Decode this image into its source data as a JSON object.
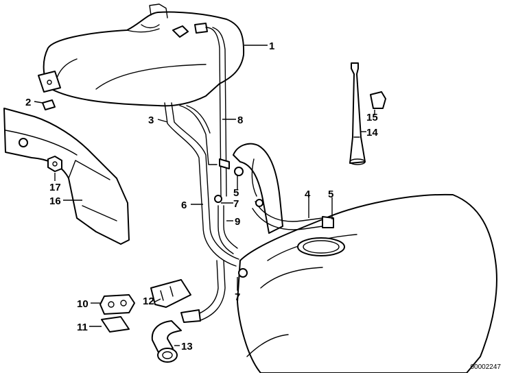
{
  "diagram": {
    "reference_number": "00002247",
    "labels": [
      {
        "id": "1",
        "text": "1"
      },
      {
        "id": "2",
        "text": "2"
      },
      {
        "id": "3",
        "text": "3"
      },
      {
        "id": "4",
        "text": "4"
      },
      {
        "id": "5a",
        "text": "5"
      },
      {
        "id": "5b",
        "text": "5"
      },
      {
        "id": "6",
        "text": "6"
      },
      {
        "id": "7a",
        "text": "7"
      },
      {
        "id": "7b",
        "text": "7"
      },
      {
        "id": "8",
        "text": "8"
      },
      {
        "id": "9",
        "text": "9"
      },
      {
        "id": "10",
        "text": "10"
      },
      {
        "id": "11",
        "text": "11"
      },
      {
        "id": "12",
        "text": "12"
      },
      {
        "id": "13",
        "text": "13"
      },
      {
        "id": "14",
        "text": "14"
      },
      {
        "id": "15",
        "text": "15"
      },
      {
        "id": "16",
        "text": "16"
      },
      {
        "id": "17",
        "text": "17"
      }
    ]
  }
}
